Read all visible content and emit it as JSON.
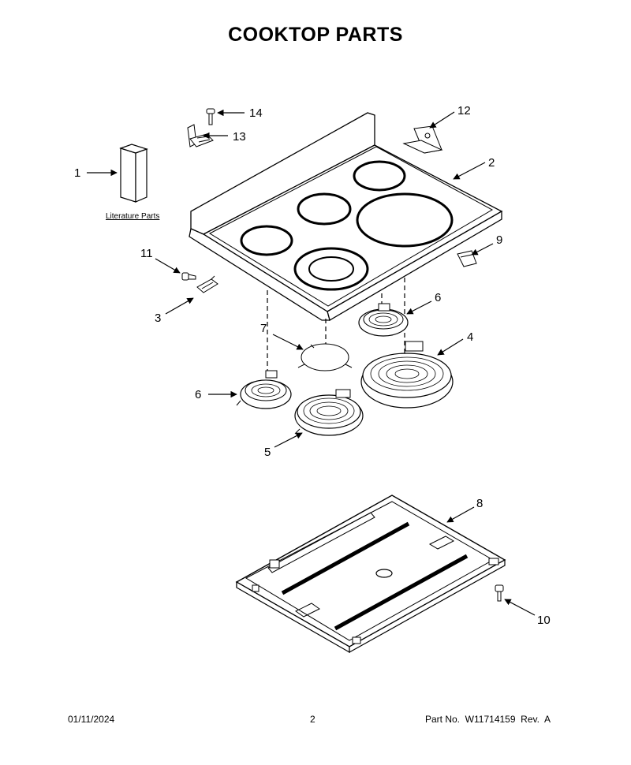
{
  "title": "COOKTOP PARTS",
  "literature_label": "Literature Parts",
  "callouts": {
    "c1": "1",
    "c2": "2",
    "c3": "3",
    "c4": "4",
    "c5": "5",
    "c6a": "6",
    "c6b": "6",
    "c7": "7",
    "c8": "8",
    "c9": "9",
    "c10": "10",
    "c11": "11",
    "c12": "12",
    "c13": "13",
    "c14": "14"
  },
  "footer": {
    "date": "01/11/2024",
    "page": "2",
    "part_no": "Part No.  W11714159  Rev.  A"
  }
}
